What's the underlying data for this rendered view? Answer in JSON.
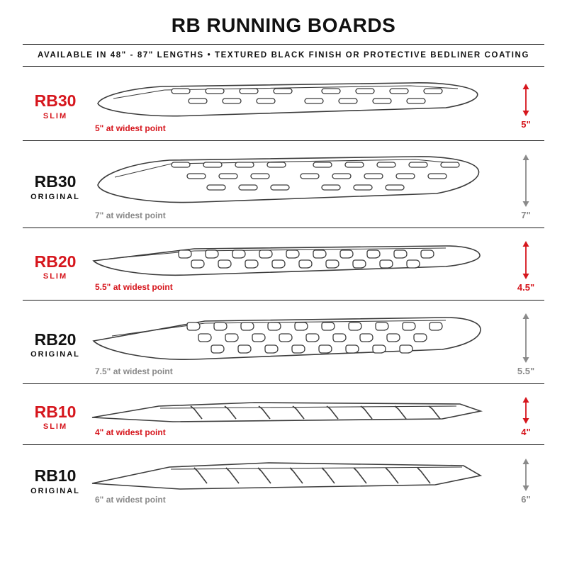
{
  "header": {
    "title": "RB RUNNING BOARDS",
    "subtitle": "AVAILABLE IN 48\" - 87\" LENGTHS   •   TEXTURED BLACK FINISH OR PROTECTIVE BEDLINER COATING"
  },
  "colors": {
    "accent_red": "#D6161D",
    "muted_gray": "#8A8A8A",
    "line_black": "#1A1A1A",
    "drawing_stroke": "#3C3C3C"
  },
  "rows": [
    {
      "model": "RB30",
      "variant": "SLIM",
      "width_note": "5\" at widest point",
      "height": "5\"",
      "accent": "red",
      "drawing": "oval-slot-board-two-rows"
    },
    {
      "model": "RB30",
      "variant": "ORIGINAL",
      "width_note": "7\" at widest point",
      "height": "7\"",
      "accent": "gray",
      "drawing": "oval-slot-board-three-rows"
    },
    {
      "model": "RB20",
      "variant": "SLIM",
      "width_note": "5.5\" at widest point",
      "height": "4.5\"",
      "accent": "red",
      "drawing": "scoop-hole-board-two-rows"
    },
    {
      "model": "RB20",
      "variant": "ORIGINAL",
      "width_note": "7.5\" at widest point",
      "height": "5.5\"",
      "accent": "gray",
      "drawing": "scoop-hole-board-three-rows"
    },
    {
      "model": "RB10",
      "variant": "SLIM",
      "width_note": "4\" at widest point",
      "height": "4\"",
      "accent": "red",
      "drawing": "hash-mark-board-slim"
    },
    {
      "model": "RB10",
      "variant": "ORIGINAL",
      "width_note": "6\" at widest point",
      "height": "6\"",
      "accent": "gray",
      "drawing": "hash-mark-board"
    }
  ]
}
